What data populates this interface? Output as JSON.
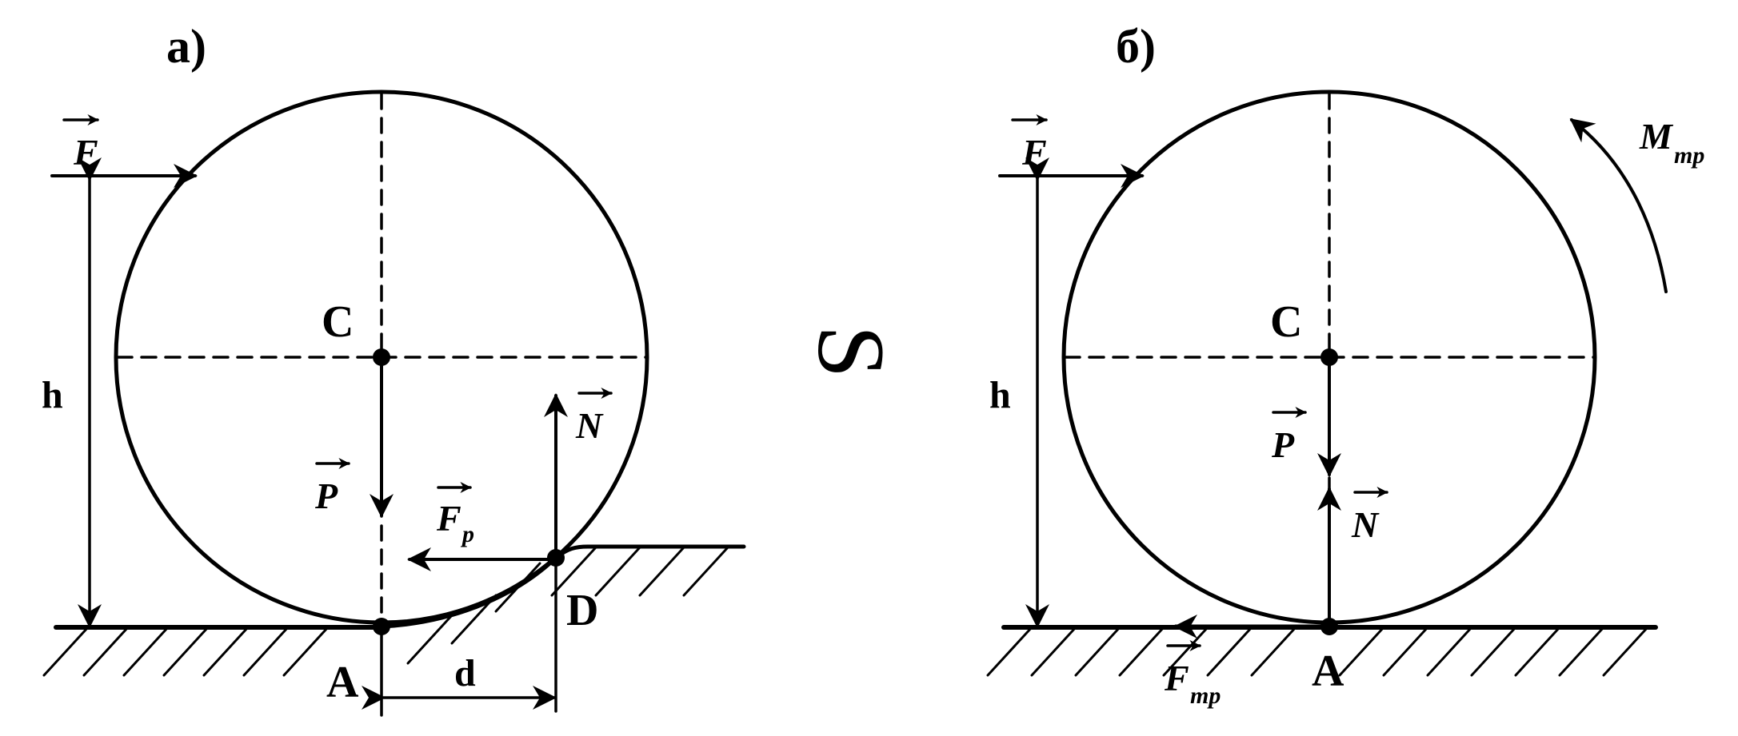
{
  "panels": {
    "a": {
      "title": "а)",
      "center_label": "C",
      "contact_label": "A",
      "obstacle_label": "D",
      "height_label": "h",
      "distance_label": "d",
      "force_F": "F",
      "force_P": "P",
      "force_N": "N",
      "force_Fp": "F",
      "force_Fp_sub": "p"
    },
    "b": {
      "title": "б)",
      "center_label": "C",
      "contact_label": "A",
      "height_label": "h",
      "force_F": "F",
      "force_P": "P",
      "force_N": "N",
      "force_Ftr": "F",
      "force_Ftr_sub": "тр",
      "moment_M": "M",
      "moment_M_sub": "тр"
    }
  },
  "separator_symbol": "S",
  "colors": {
    "ink": "#000000",
    "background": "#ffffff"
  }
}
